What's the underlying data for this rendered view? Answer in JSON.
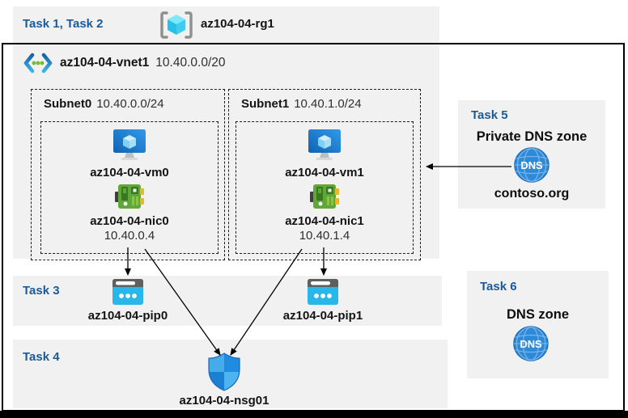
{
  "header": {
    "tasks_label": "Task 1, Task 2",
    "resource_group": "az104-04-rg1"
  },
  "vnet": {
    "name": "az104-04-vnet1",
    "cidr": "10.40.0.0/20"
  },
  "subnets": [
    {
      "name": "Subnet0",
      "cidr": "10.40.0.0/24",
      "vm_label": "az104-04-vm0",
      "nic_label": "az104-04-nic0",
      "nic_ip": "10.40.0.4"
    },
    {
      "name": "Subnet1",
      "cidr": "10.40.1.0/24",
      "vm_label": "az104-04-vm1",
      "nic_label": "az104-04-nic1",
      "nic_ip": "10.40.1.4"
    }
  ],
  "task3": {
    "label": "Task 3",
    "pip0_label": "az104-04-pip0",
    "pip1_label": "az104-04-pip1"
  },
  "task4": {
    "label": "Task 4",
    "nsg_label": "az104-04-nsg01"
  },
  "task5": {
    "label": "Task 5",
    "title": "Private DNS zone",
    "zone_name": "contoso.org",
    "dns_icon_text": "DNS"
  },
  "task6": {
    "label": "Task 6",
    "title": "DNS zone",
    "dns_icon_text": "DNS"
  },
  "colors": {
    "task_label_blue": "#1b5a99",
    "panel_gray": "#f1f1f1",
    "public_ip_cyan": "#29b6e8",
    "dns_blue": "#2e8ad8",
    "nic_green": "#61a63b",
    "vm_blue": "#1f7fd0",
    "nsg_light": "#46abe9",
    "nsg_dark": "#1b7fd4"
  }
}
